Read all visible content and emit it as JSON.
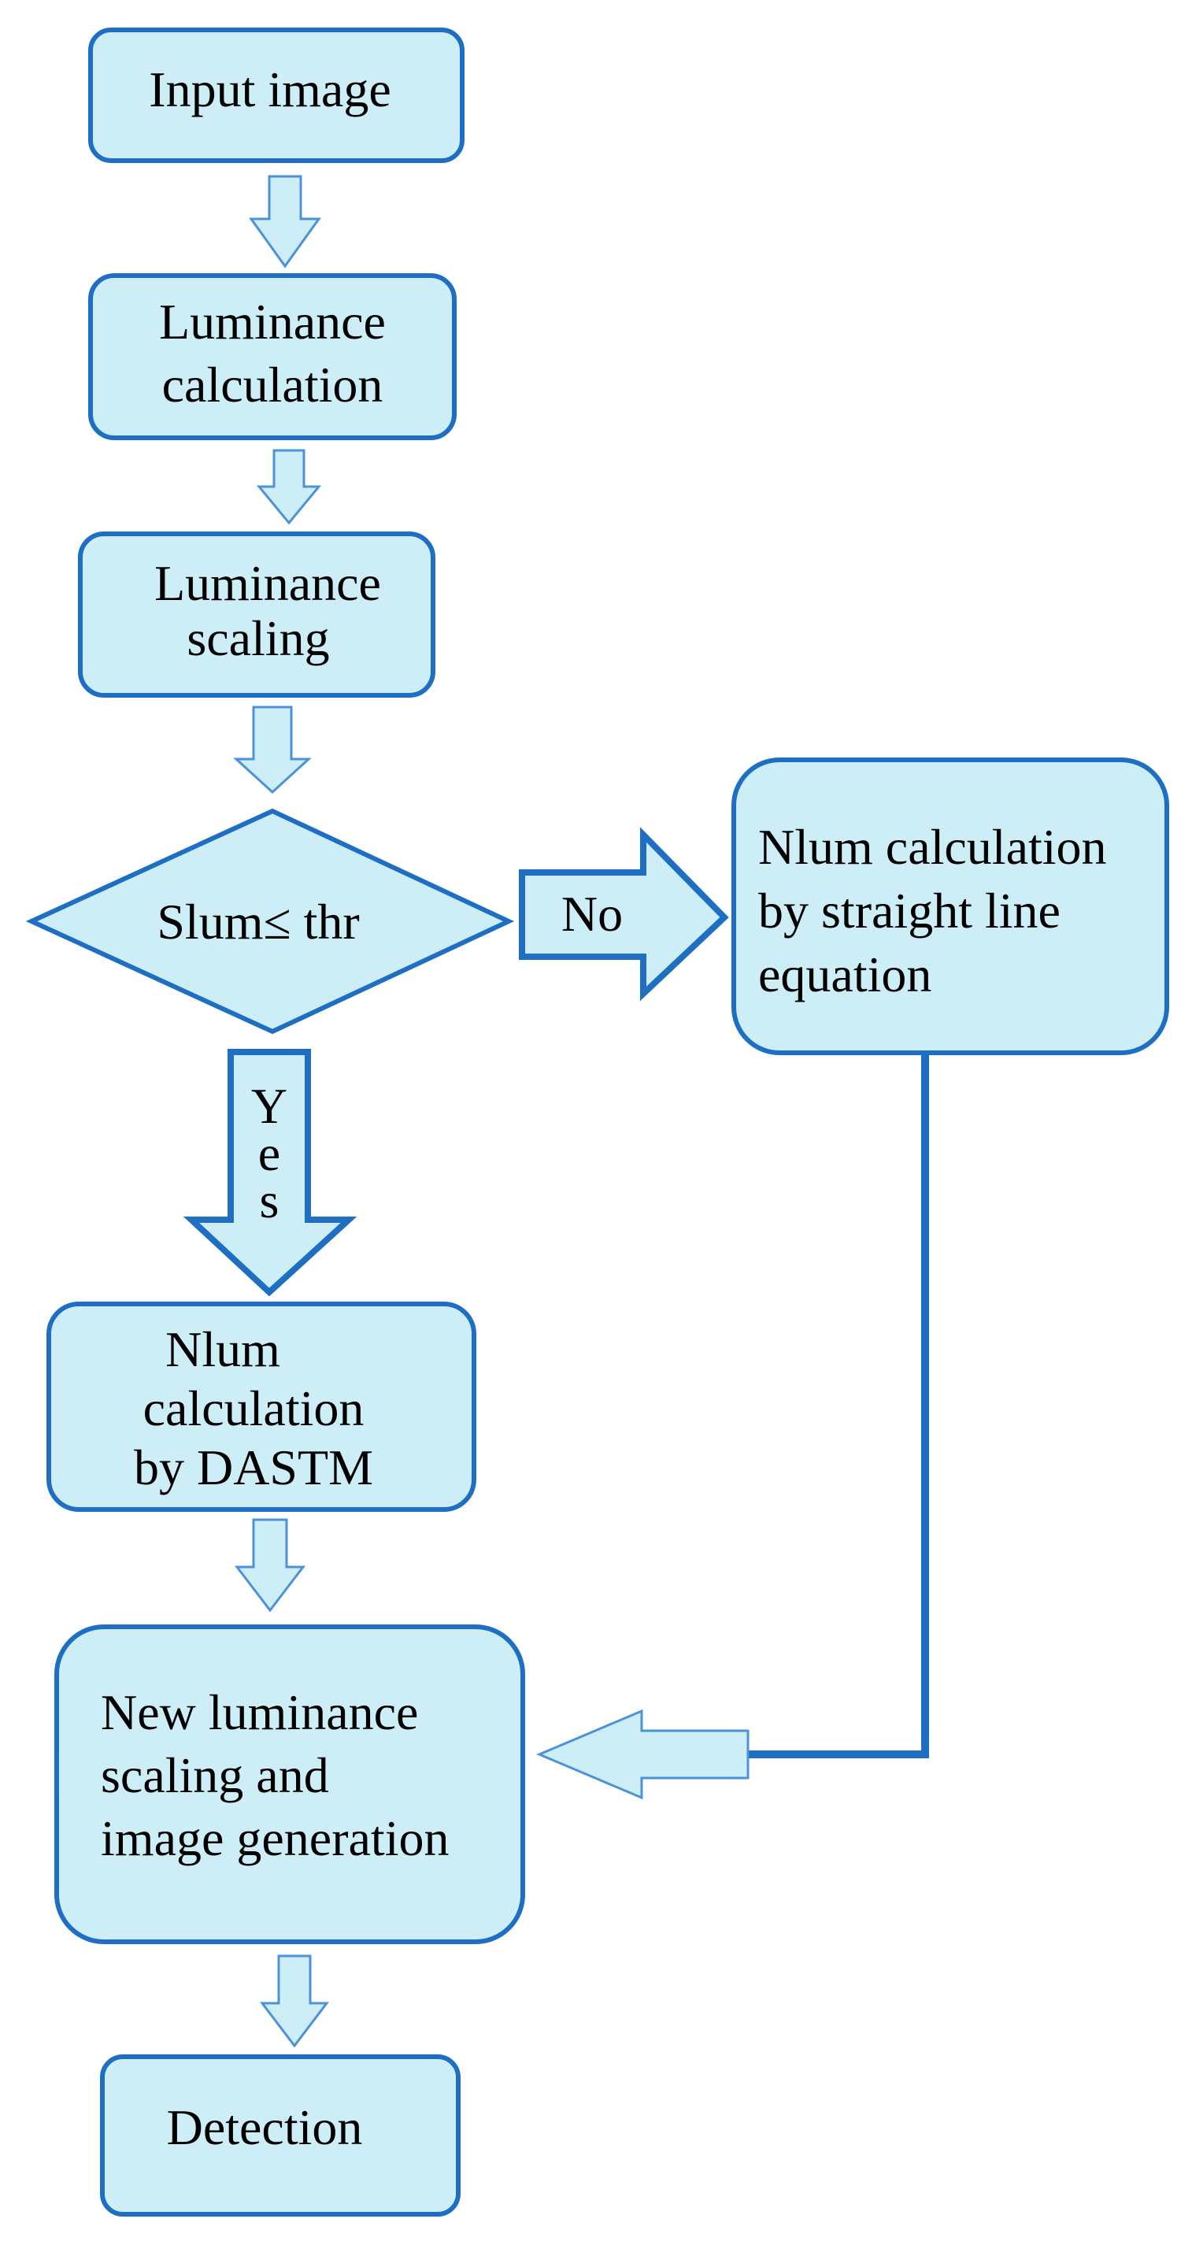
{
  "nodes": {
    "input_image": "Input image",
    "luminance_calculation": [
      "Luminance",
      "calculation"
    ],
    "luminance_scaling": [
      "Luminance",
      "scaling"
    ],
    "decision": "Slum≤ thr",
    "nlum_straight_line": [
      "Nlum calculation",
      "by straight line",
      "equation"
    ],
    "nlum_dastm": [
      "Nlum",
      "calculation",
      "by DASTM"
    ],
    "new_luminance": [
      "New luminance",
      "scaling and",
      "image generation"
    ],
    "detection": "Detection"
  },
  "branches": {
    "no_label": "No",
    "yes_label": [
      "Y",
      "e",
      "s"
    ]
  },
  "colors": {
    "box_fill": "#cdeef7",
    "box_stroke": "#1e6fc4",
    "arrow_stroke": "#4c92d9"
  }
}
